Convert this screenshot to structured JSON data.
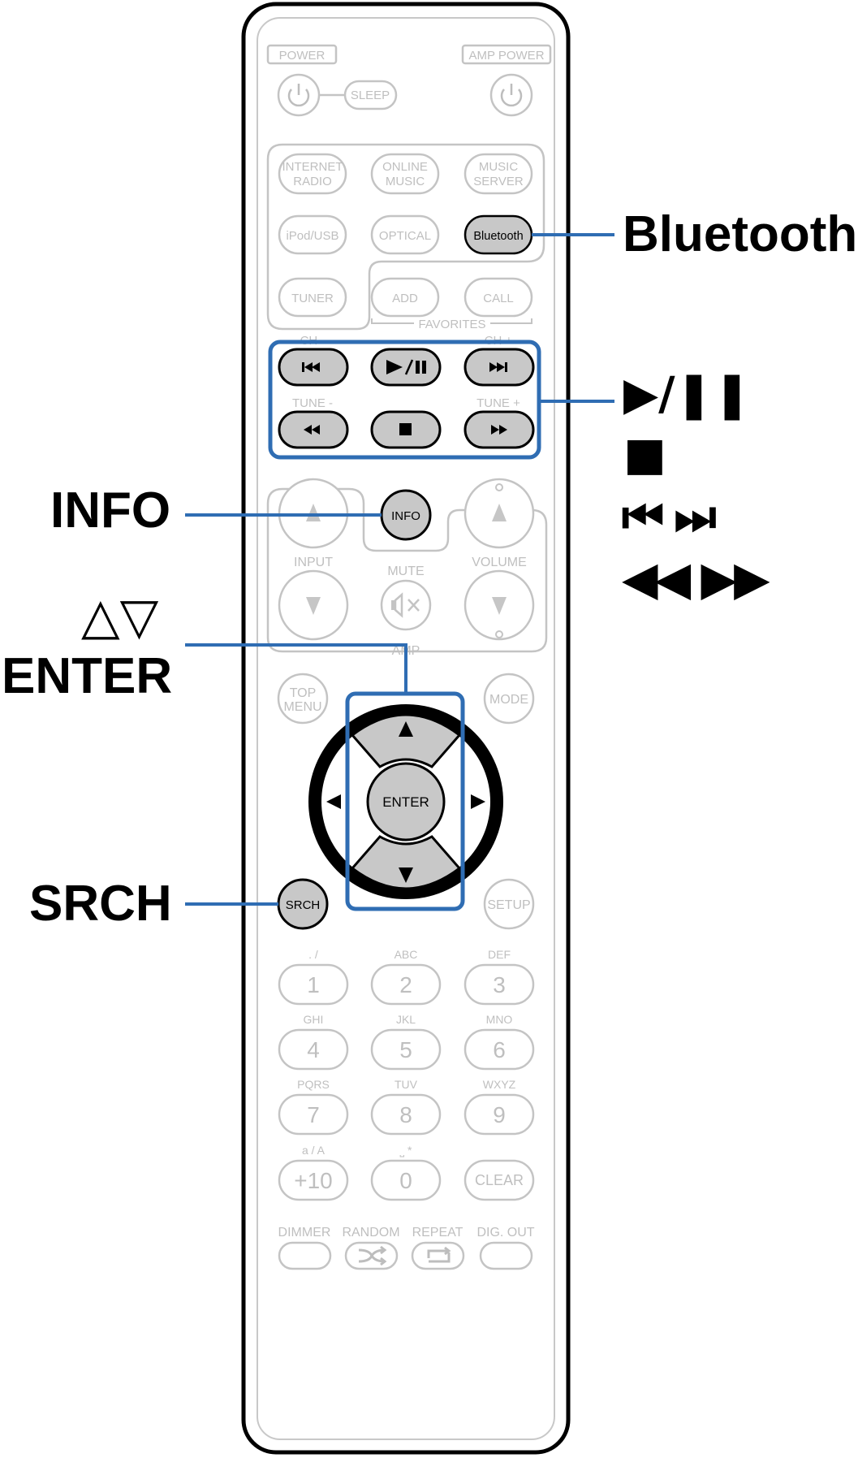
{
  "remote": {
    "top": {
      "power": "POWER",
      "amp_power": "AMP POWER",
      "sleep": "SLEEP"
    },
    "source_buttons": [
      {
        "line1": "INTERNET",
        "line2": "RADIO"
      },
      {
        "line1": "ONLINE",
        "line2": "MUSIC"
      },
      {
        "line1": "MUSIC",
        "line2": "SERVER"
      },
      {
        "line1": "iPod/USB",
        "line2": ""
      },
      {
        "line1": "OPTICAL",
        "line2": ""
      },
      {
        "line1": "Bluetooth",
        "line2": ""
      },
      {
        "line1": "TUNER",
        "line2": ""
      },
      {
        "line1": "ADD",
        "line2": ""
      },
      {
        "line1": "CALL",
        "line2": ""
      }
    ],
    "favorites": "FAVORITES",
    "transport": {
      "ch_minus": "CH -",
      "ch_plus": "CH +",
      "tune_minus": "TUNE -",
      "tune_plus": "TUNE +",
      "prev": "⏮",
      "play_pause": "▶/❚❚",
      "next": "⏭",
      "rewind": "◀◀",
      "stop": "■",
      "fast_forward": "▶▶"
    },
    "amp_section": {
      "input": "INPUT",
      "mute": "MUTE",
      "volume": "VOLUME",
      "info": "INFO",
      "amp": "AMP"
    },
    "nav": {
      "top_menu_1": "TOP",
      "top_menu_2": "MENU",
      "mode": "MODE",
      "enter": "ENTER",
      "srch": "SRCH",
      "setup": "SETUP"
    },
    "keypad": [
      {
        "sub": ". /",
        "main": "1"
      },
      {
        "sub": "ABC",
        "main": "2"
      },
      {
        "sub": "DEF",
        "main": "3"
      },
      {
        "sub": "GHI",
        "main": "4"
      },
      {
        "sub": "JKL",
        "main": "5"
      },
      {
        "sub": "MNO",
        "main": "6"
      },
      {
        "sub": "PQRS",
        "main": "7"
      },
      {
        "sub": "TUV",
        "main": "8"
      },
      {
        "sub": "WXYZ",
        "main": "9"
      },
      {
        "sub": "a / A",
        "main": "+10"
      },
      {
        "sub": "⎵ *",
        "main": "0"
      },
      {
        "sub": "",
        "main": "CLEAR"
      }
    ],
    "bottom_row": [
      "DIMMER",
      "RANDOM",
      "REPEAT",
      "DIG. OUT"
    ]
  },
  "callouts": {
    "bluetooth": "Bluetooth",
    "info": "INFO",
    "arrows": "△▽",
    "enter": "ENTER",
    "srch": "SRCH",
    "play_pause": "▶/❚❚",
    "stop": "■",
    "skip": "⏮ ⏭",
    "seek": "◀◀ ▶▶"
  },
  "colors": {
    "highlight_blue": "#2f6db3",
    "button_fill": "#c8c8c8",
    "faded_outline": "#c4c4c4",
    "faded_text": "#bfbfbf"
  }
}
